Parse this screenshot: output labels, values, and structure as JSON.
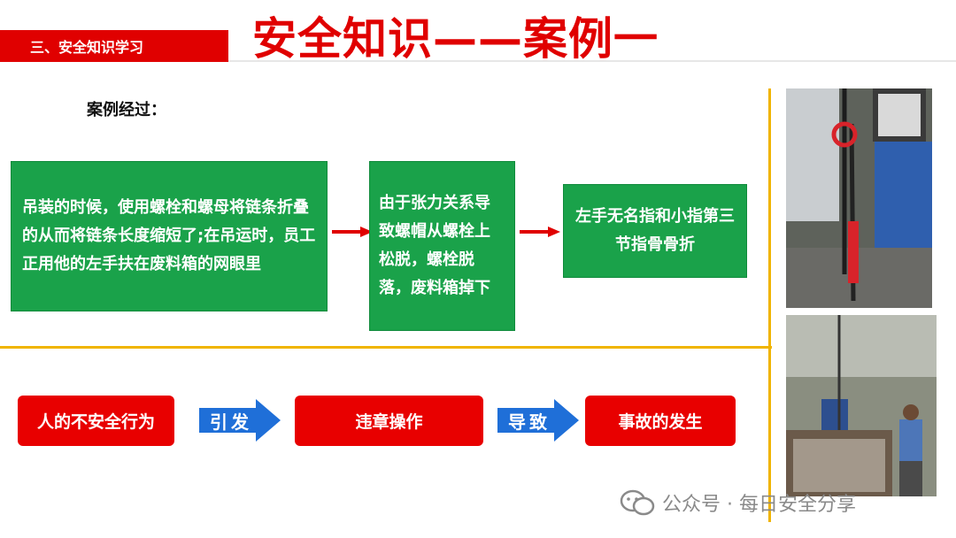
{
  "header": {
    "section_tag": "三、安全知识学习",
    "title": "安全知识——案例一"
  },
  "case": {
    "label": "案例经过：",
    "steps": [
      "吊装的时候，使用螺栓和螺母将链条折叠的从而将链条长度缩短了;在吊运时，员工正用他的左手扶在废料箱的网眼里",
      "由于张力关系导致螺帽从螺栓上松脱，螺栓脱落，废料箱掉下",
      "左手无名指和小指第三节指骨骨折"
    ]
  },
  "chain": {
    "nodes": [
      "人的不安全行为",
      "违章操作",
      "事故的发生"
    ],
    "links": [
      "引发",
      "导致"
    ]
  },
  "watermark": "公众号 · 每日安全分享"
}
